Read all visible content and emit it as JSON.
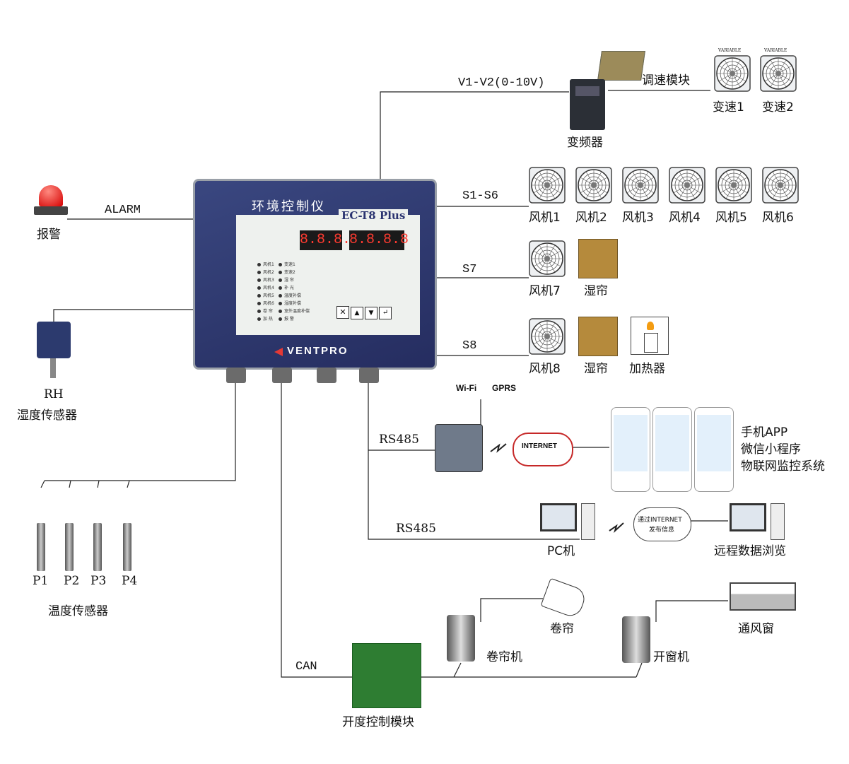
{
  "controller": {
    "title": "环境控制仪",
    "model": "EC-T8 Plus",
    "brand": "VENTPRO",
    "display_left": "8.8.8.",
    "display_right": "8.8.8.8",
    "indicators_left": [
      "风机1",
      "风机2",
      "风机3",
      "风机4",
      "风机5",
      "风机6",
      "卷 帘",
      "加 热"
    ],
    "indicators_right": [
      "变速1",
      "变速2",
      "湿 帘",
      "补 光",
      "温度补偿",
      "湿度补偿",
      "室外温度补偿",
      "报 警"
    ]
  },
  "inverter": {
    "connection": "V1-V2(0-10V)",
    "module_label": "调速模块",
    "label": "变频器",
    "fans": [
      "变速1",
      "变速2"
    ],
    "fan_tag": "VARIABLE"
  },
  "fan_group": {
    "connection": "S1-S6",
    "fans": [
      "风机1",
      "风机2",
      "风机3",
      "风机4",
      "风机5",
      "风机6"
    ]
  },
  "s7": {
    "connection": "S7",
    "fan": "风机7",
    "pad": "湿帘"
  },
  "s8": {
    "connection": "S8",
    "fan": "风机8",
    "pad": "湿帘",
    "heater": "加热器"
  },
  "alarm": {
    "connection": "ALARM",
    "label": "报警"
  },
  "humidity": {
    "name": "RH",
    "label": "湿度传感器"
  },
  "temperature": {
    "probes": [
      "P1",
      "P2",
      "P3",
      "P4"
    ],
    "label": "温度传感器"
  },
  "gateway": {
    "connection": "RS485",
    "wifi": "Wi-Fi",
    "gprs": "GPRS",
    "cloud": "INTERNET",
    "apps": [
      "手机APP",
      "微信小程序",
      "物联网监控系统"
    ]
  },
  "pc": {
    "connection": "RS485",
    "label": "PC机",
    "cloud": [
      "通过INTERNET",
      "发布信息"
    ],
    "remote": "远程数据浏览"
  },
  "can": {
    "connection": "CAN",
    "module": "开度控制模块",
    "curtain_motor": "卷帘机",
    "curtain": "卷帘",
    "window_motor": "开窗机",
    "window": "通风窗"
  }
}
